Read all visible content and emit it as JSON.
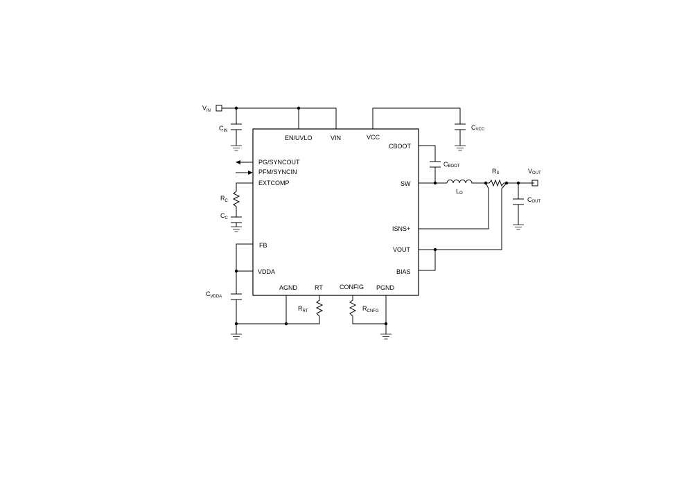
{
  "ic": {
    "pins_top": {
      "en_uvlo": "EN/UVLO",
      "vin": "VIN",
      "vcc": "VCC"
    },
    "pins_left": {
      "pg_syncout": "PG/SYNCOUT",
      "pfm_syncin": "PFM/SYNCIN",
      "extcomp": "EXTCOMP",
      "fb": "FB",
      "vdda": "VDDA"
    },
    "pins_right": {
      "cboot": "CBOOT",
      "sw": "SW",
      "isns": "ISNS+",
      "vout": "VOUT",
      "bias": "BIAS"
    },
    "pins_bottom": {
      "agnd": "AGND",
      "rt": "RT",
      "config": "CONFIG",
      "pgnd": "PGND"
    }
  },
  "components": {
    "vin": {
      "main": "V",
      "sub": "IN"
    },
    "cin": {
      "main": "C",
      "sub": "IN"
    },
    "cvcc": {
      "main": "C",
      "sub": "VCC"
    },
    "cboot": {
      "main": "C",
      "sub": "BOOT"
    },
    "lo": {
      "main": "L",
      "sub": "O"
    },
    "rs": {
      "main": "R",
      "sub": "S"
    },
    "vout": {
      "main": "V",
      "sub": "OUT"
    },
    "cout": {
      "main": "C",
      "sub": "OUT"
    },
    "rc": {
      "main": "R",
      "sub": "C"
    },
    "cc": {
      "main": "C",
      "sub": "C"
    },
    "cvdda": {
      "main": "C",
      "sub": "VDDA"
    },
    "rrt": {
      "main": "R",
      "sub": "RT"
    },
    "rcnfg": {
      "main": "R",
      "sub": "CNFG"
    }
  }
}
